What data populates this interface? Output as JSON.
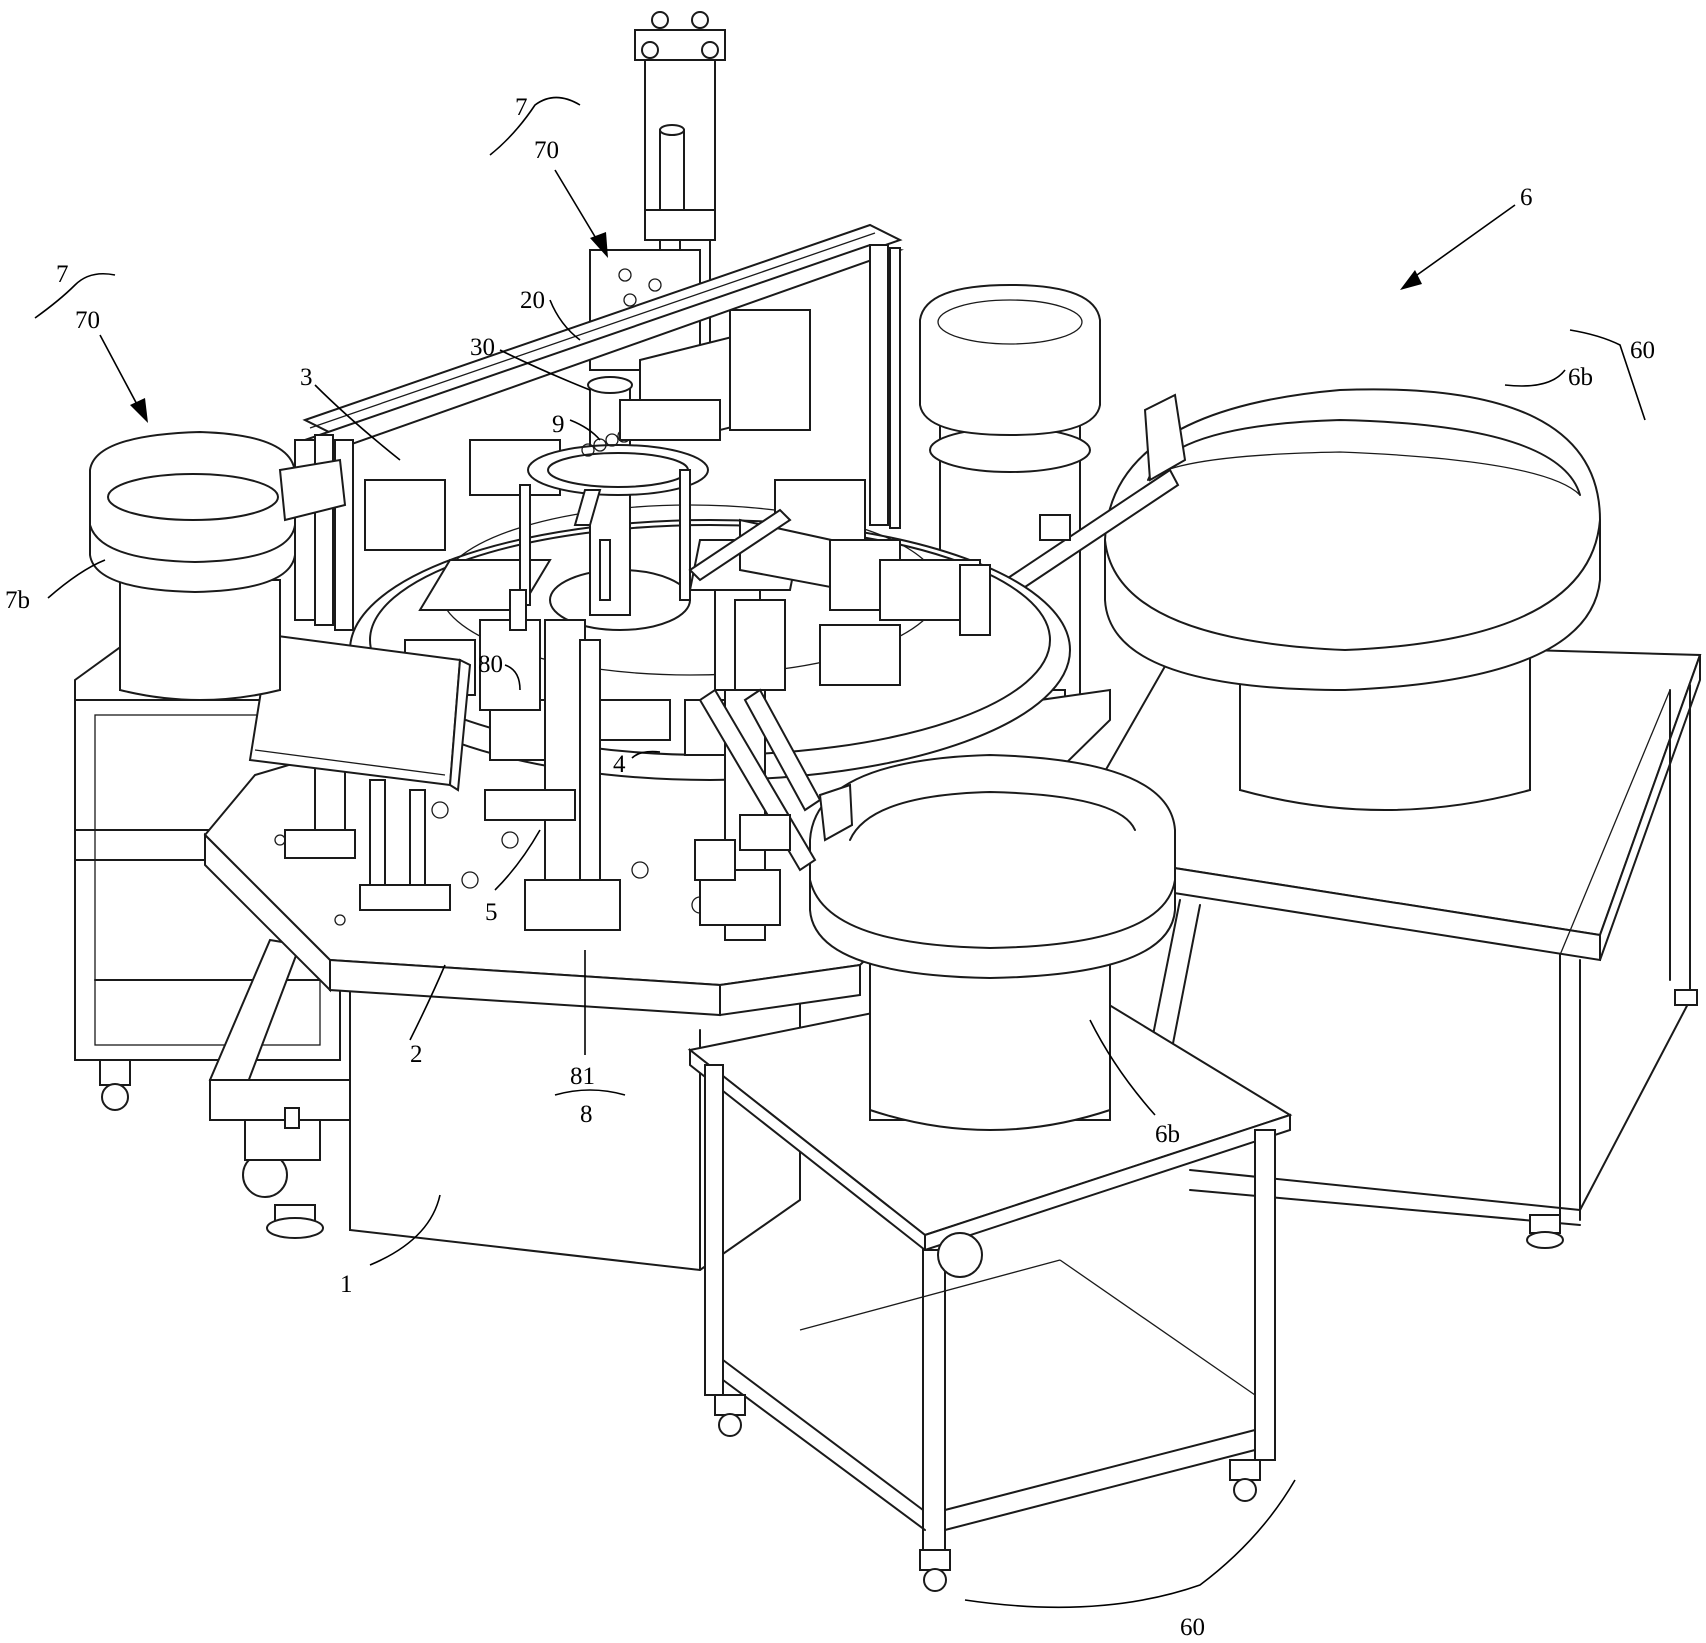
{
  "labels": [
    {
      "id": "l-7-top",
      "text": "7"
    },
    {
      "id": "l-70-top",
      "text": "70"
    },
    {
      "id": "l-7-left",
      "text": "7"
    },
    {
      "id": "l-70-left",
      "text": "70"
    },
    {
      "id": "l-20",
      "text": "20"
    },
    {
      "id": "l-30",
      "text": "30"
    },
    {
      "id": "l-3",
      "text": "3"
    },
    {
      "id": "l-9",
      "text": "9"
    },
    {
      "id": "l-6",
      "text": "6"
    },
    {
      "id": "l-60-right",
      "text": "60"
    },
    {
      "id": "l-6b-right",
      "text": "6b"
    },
    {
      "id": "l-7b",
      "text": "7b"
    },
    {
      "id": "l-80",
      "text": "80"
    },
    {
      "id": "l-4",
      "text": "4"
    },
    {
      "id": "l-5",
      "text": "5"
    },
    {
      "id": "l-2",
      "text": "2"
    },
    {
      "id": "l-81",
      "text": "81"
    },
    {
      "id": "l-8",
      "text": "8"
    },
    {
      "id": "l-6b-front",
      "text": "6b"
    },
    {
      "id": "l-1",
      "text": "1"
    },
    {
      "id": "l-60-bottom",
      "text": "60"
    }
  ]
}
